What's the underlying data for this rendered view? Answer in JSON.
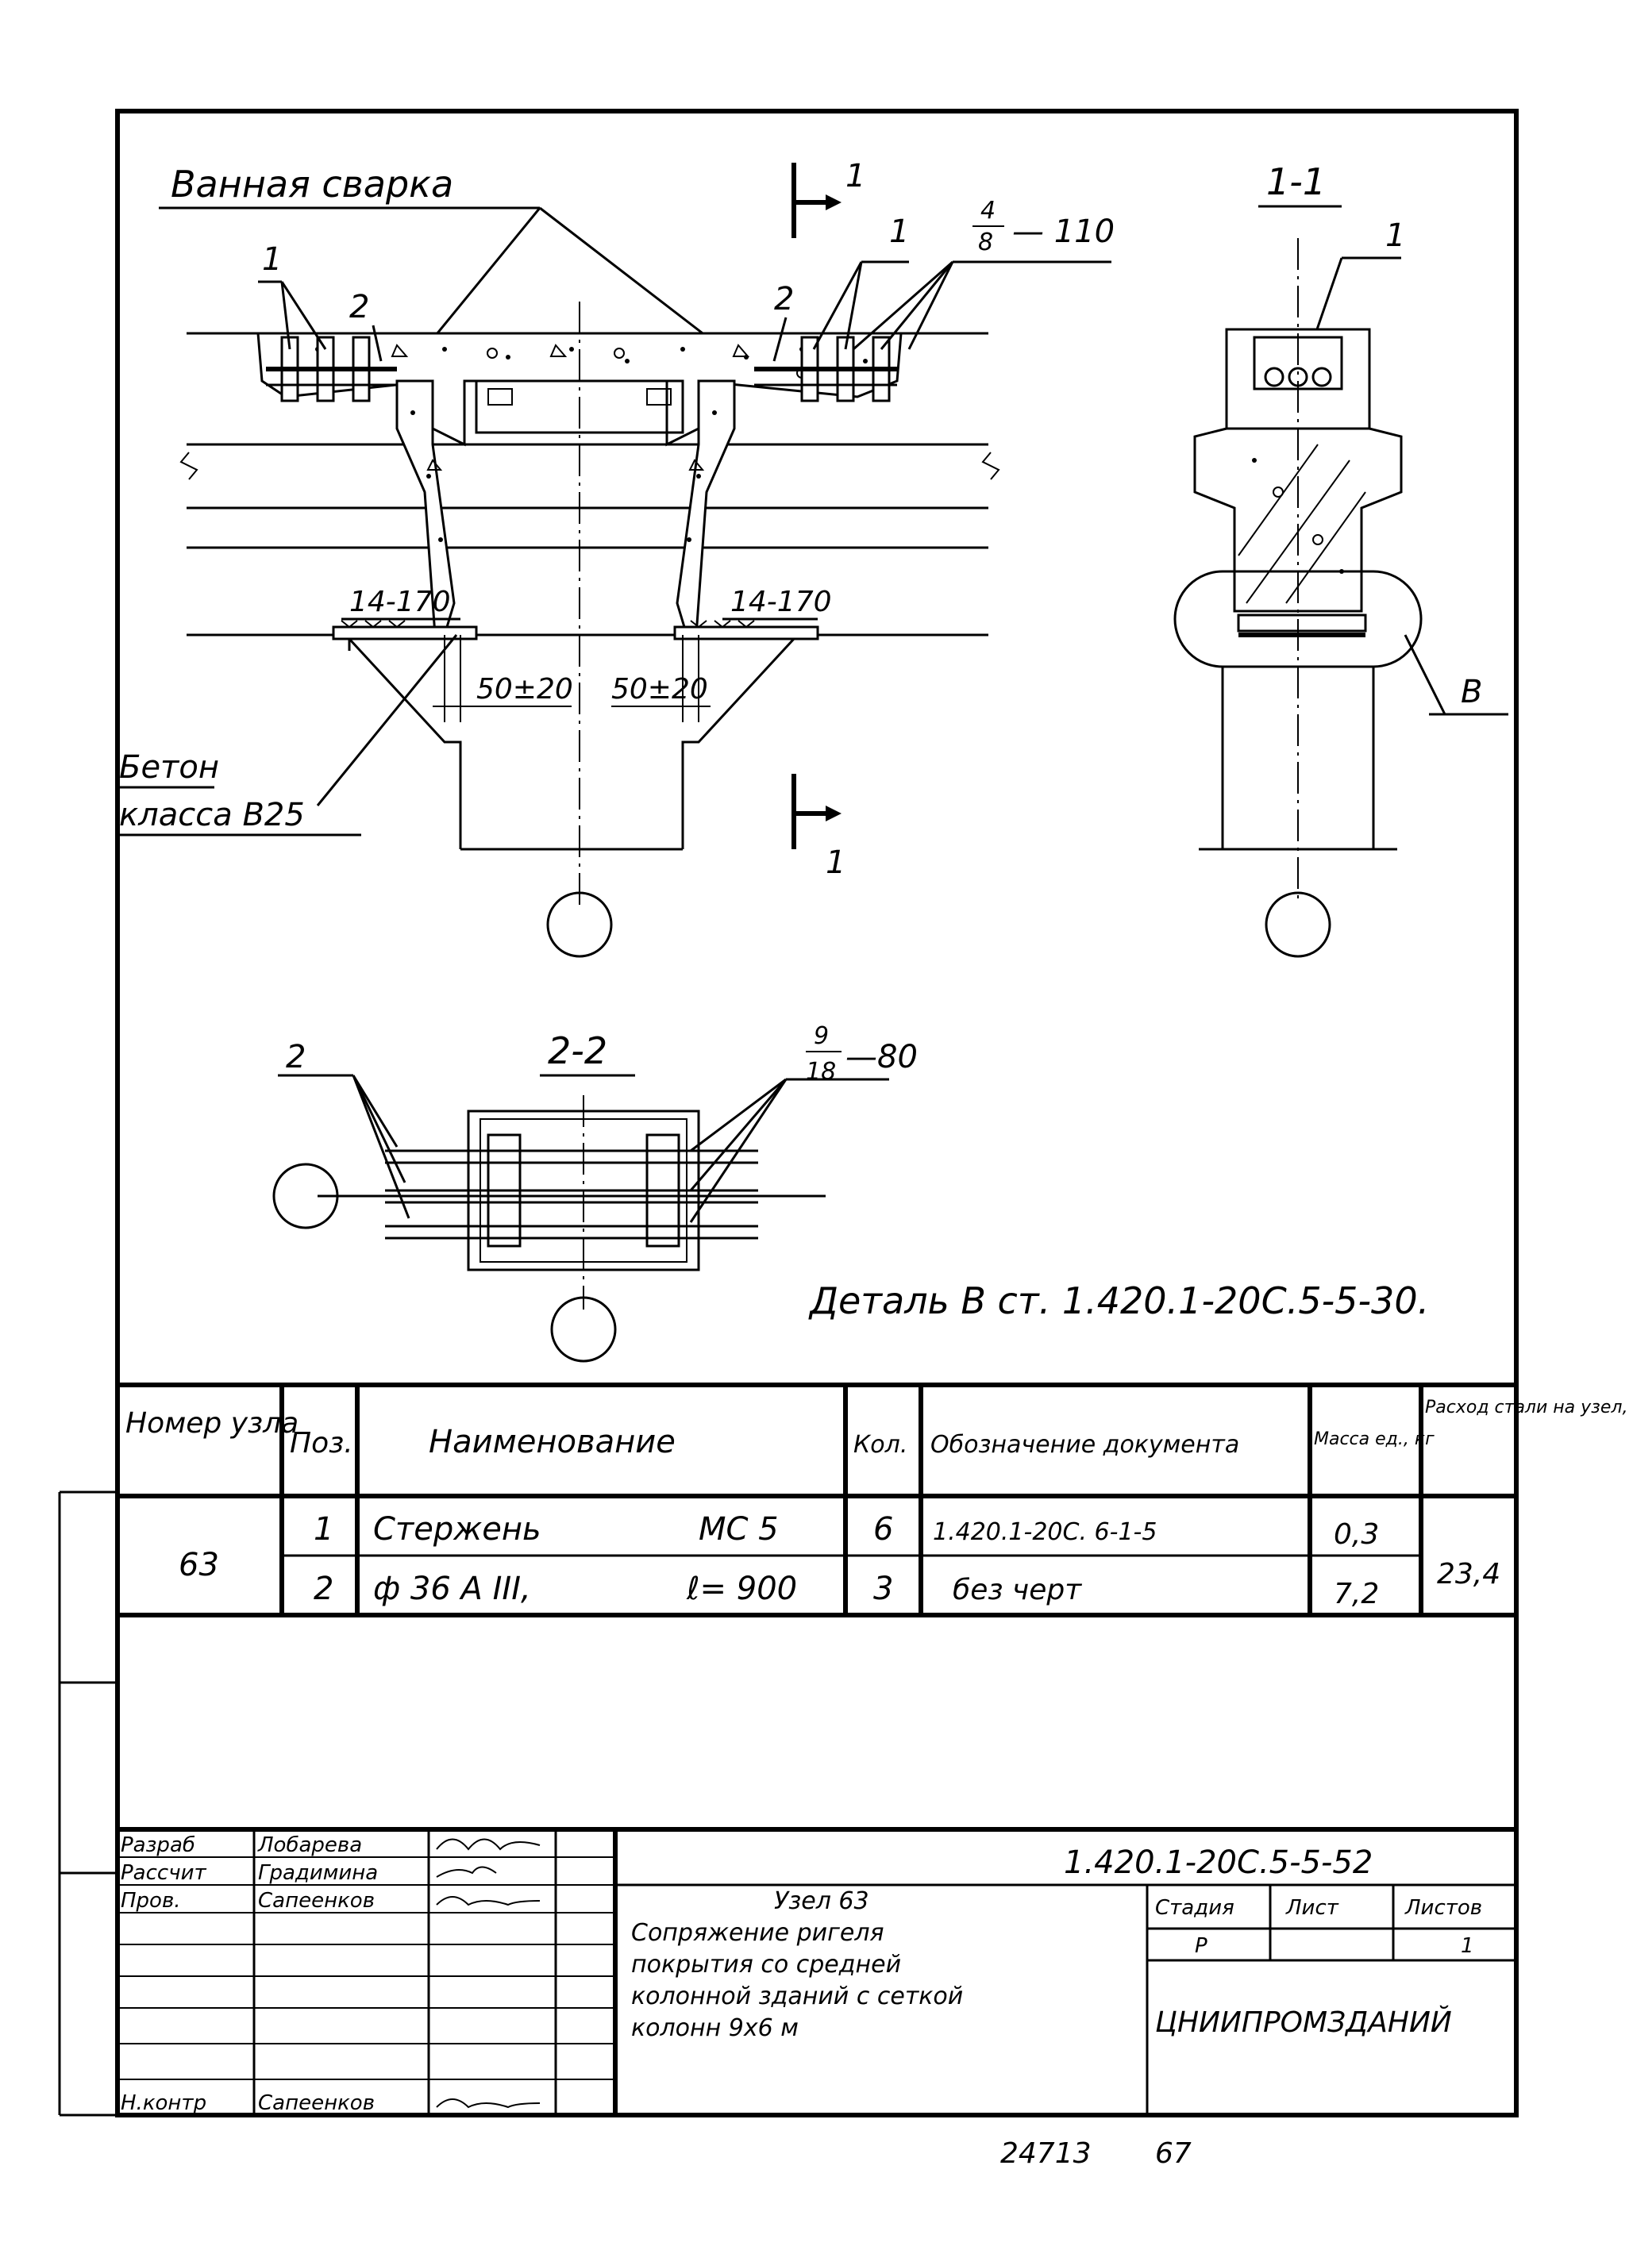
{
  "drawing": {
    "bath_weld_label": "Ванная сварка",
    "concrete_label_line1": "Бетон",
    "concrete_label_line2": "класса В25",
    "cut_mark": "1",
    "callout_1": "1",
    "callout_2": "2",
    "callout_bar_top": "4",
    "callout_bar_bottom": "8",
    "callout_bar_length": "— 110",
    "dim_left": "14-170",
    "dim_right": "14-170",
    "gap_left": "50±20",
    "gap_right": "50±20",
    "section_1_title": "1-1",
    "section_2_title": "2-2",
    "detail_letter": "В",
    "section2_bar_top": "9",
    "section2_bar_bottom": "18",
    "section2_bar_length": "—80",
    "detail_ref": "Деталь В ст. 1.420.1-20С.5-5-30."
  },
  "spec_table": {
    "headers": {
      "node": "Номер узла",
      "pos": "Поз.",
      "name": "Наименование",
      "qty": "Кол.",
      "doc": "Обозначение документа",
      "mass": "Масса ед., кг",
      "steel": "Расход стали на узел, кг"
    },
    "node_number": "63",
    "steel_total": "23,4",
    "rows": [
      {
        "pos": "1",
        "name": "Стержень",
        "mark": "МС 5",
        "qty": "6",
        "doc": "1.420.1-20С. 6-1-5",
        "mass": "0,3"
      },
      {
        "pos": "2",
        "name": "ф 36 А III,",
        "mark": "ℓ= 900",
        "qty": "3",
        "doc": "без черт",
        "mass": "7,2"
      }
    ]
  },
  "title_block": {
    "designation": "1.420.1-20С.5-5-52",
    "roles": [
      {
        "role": "Разраб",
        "name": "Лобарева"
      },
      {
        "role": "Рассчит",
        "name": "Градимина"
      },
      {
        "role": "Пров.",
        "name": "Сапеенков"
      },
      {
        "role": "Н.контр",
        "name": "Сапеенков"
      }
    ],
    "title_line1": "Узел 63",
    "title_line2": "Сопряжение ригеля",
    "title_line3": "покрытия со средней",
    "title_line4": "колонной зданий с сеткой",
    "title_line5": "колонн 9х6 м",
    "stage_label": "Стадия",
    "sheet_label": "Лист",
    "sheets_label": "Листов",
    "stage_value": "Р",
    "sheets_value": "1",
    "organization": "ЦНИИПРОМЗДАНИЙ",
    "bottom_number": "24713",
    "page_number": "67"
  }
}
